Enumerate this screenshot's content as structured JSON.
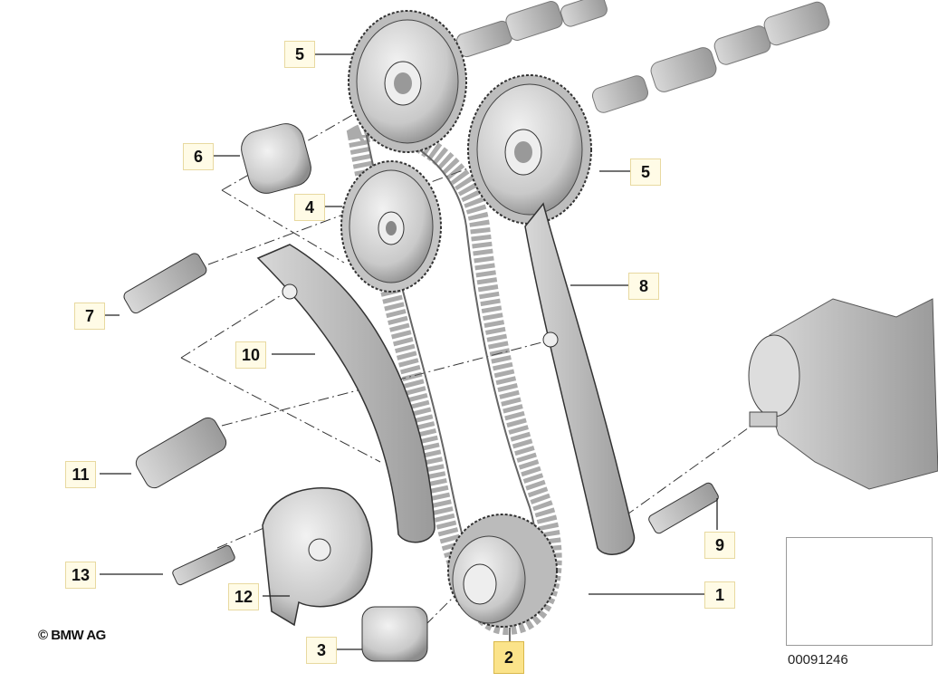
{
  "callouts": [
    {
      "id": "c5a",
      "label": "5"
    },
    {
      "id": "c6",
      "label": "6"
    },
    {
      "id": "c4",
      "label": "4"
    },
    {
      "id": "c5b",
      "label": "5"
    },
    {
      "id": "c8",
      "label": "8"
    },
    {
      "id": "c7",
      "label": "7"
    },
    {
      "id": "c10",
      "label": "10"
    },
    {
      "id": "c11",
      "label": "11"
    },
    {
      "id": "c9",
      "label": "9"
    },
    {
      "id": "c13",
      "label": "13"
    },
    {
      "id": "c1",
      "label": "1"
    },
    {
      "id": "c12",
      "label": "12"
    },
    {
      "id": "c3",
      "label": "3"
    },
    {
      "id": "c2",
      "label": "2",
      "active": true
    }
  ],
  "copyright": "© BMW AG",
  "document_number": "00091246",
  "colors": {
    "callout_bg": "#fffbe6",
    "callout_active": "#fbe38a",
    "line": "#222222"
  }
}
